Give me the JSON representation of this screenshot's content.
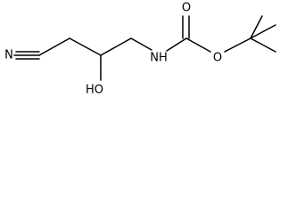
{
  "structure": {
    "atom_labels": {
      "nitrile_n": "N",
      "hydroxyl": "HO",
      "amine_n": "NH",
      "carbonyl_o": "O",
      "ester_o": "O"
    },
    "bond_color": "#000000",
    "text_color": "#000000",
    "background": "#ffffff"
  }
}
